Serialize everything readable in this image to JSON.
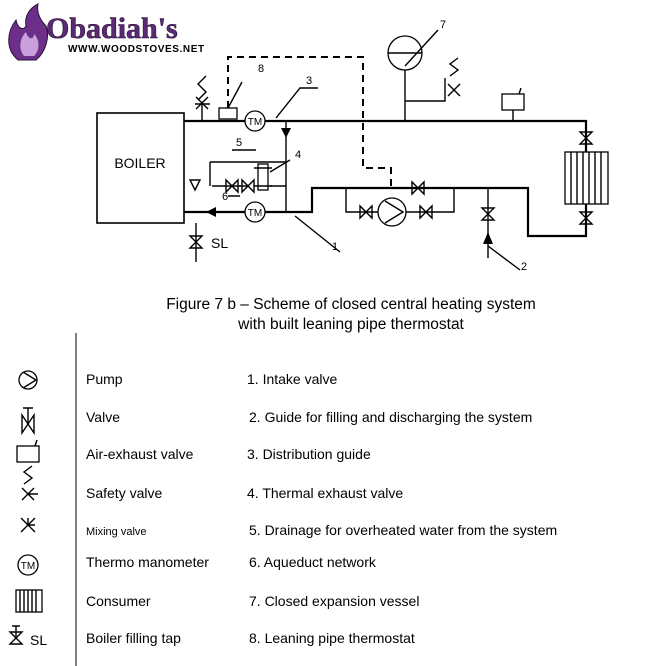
{
  "logo": {
    "brand": "Obadiah's",
    "url": "WWW.WOODSTOVES.NET"
  },
  "diagram": {
    "boiler_label": "BOILER",
    "sl_label": "SL",
    "thermometer_label": "TM",
    "callouts": [
      "1",
      "2",
      "3",
      "4",
      "5",
      "6",
      "7",
      "8"
    ]
  },
  "caption": {
    "line1": "Figure  7 b – Scheme of closed central heating system",
    "line2": "with built  leaning pipe thermostat"
  },
  "legend": {
    "symbols": [
      {
        "icon": "pump-icon",
        "name": "Pump"
      },
      {
        "icon": "valve-icon",
        "name": "Valve"
      },
      {
        "icon": "air-exhaust-valve-icon",
        "name": "Air-exhaust valve"
      },
      {
        "icon": "safety-valve-icon",
        "name": "Safety valve"
      },
      {
        "icon": "mixing-valve-icon",
        "name": "Mixing valve"
      },
      {
        "icon": "thermo-manometer-icon",
        "name": "Thermo manometer",
        "symbol_text": "TM"
      },
      {
        "icon": "consumer-icon",
        "name": "Consumer"
      },
      {
        "icon": "boiler-filling-tap-icon",
        "name": "Boiler filling tap",
        "symbol_text": "SL"
      }
    ],
    "items": [
      "1. Intake valve",
      "2. Guide for filling and discharging the system",
      "3. Distribution guide",
      "4.  Thermal exhaust valve",
      "5. Drainage for overheated water from the system",
      "6. Aqueduct network",
      "7. Closed expansion vessel",
      "8. Leaning pipe thermostat"
    ]
  }
}
